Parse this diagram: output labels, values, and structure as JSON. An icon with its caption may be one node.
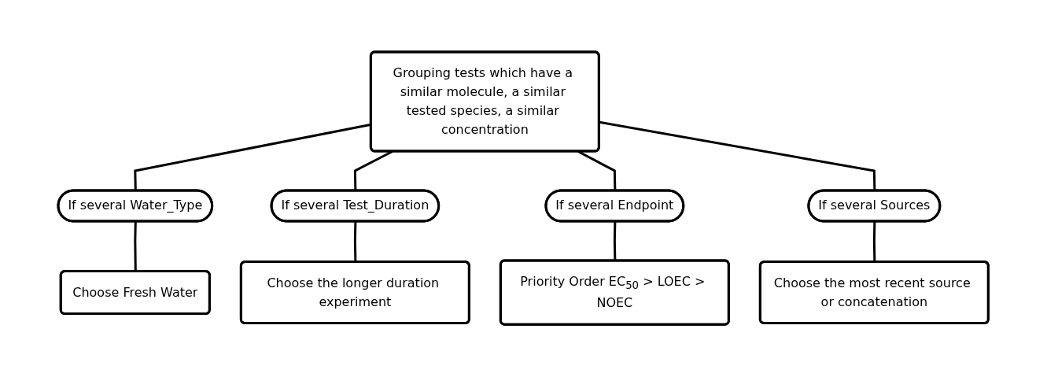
{
  "diagram": {
    "nodes": [
      {
        "text": [
          "Grouping tests which have a similar molecule, a similar tested species, a similar concentration"
        ]
      },
      {
        "text": [
          "If several Water_Type"
        ]
      },
      {
        "text": [
          "If several Test_Duration"
        ]
      },
      {
        "text": [
          "If several Endpoint"
        ]
      },
      {
        "text": [
          "If several Sources"
        ]
      },
      {
        "text": [
          "Choose Fresh Water"
        ]
      },
      {
        "text": [
          "Choose the longer duration experiment"
        ]
      },
      {
        "text": [
          "Priority Order EC$_{50}$ > LOEC > NOEC"
        ]
      },
      {
        "text": [
          "Choose the most recent source or concatenation"
        ]
      }
    ],
    "edges": [
      {
        "from": 0,
        "to": 1,
        "arrow": "none"
      },
      {
        "from": 0,
        "to": 2,
        "arrow": "none"
      },
      {
        "from": 0,
        "to": 3,
        "arrow": "none"
      },
      {
        "from": 0,
        "to": 4,
        "arrow": "none"
      },
      {
        "from": 1,
        "to": 5,
        "arrow": "none"
      },
      {
        "from": 2,
        "to": 6,
        "arrow": "none"
      },
      {
        "from": 3,
        "to": 7,
        "arrow": "none"
      },
      {
        "from": 4,
        "to": 8,
        "arrow": "none"
      }
    ]
  }
}
